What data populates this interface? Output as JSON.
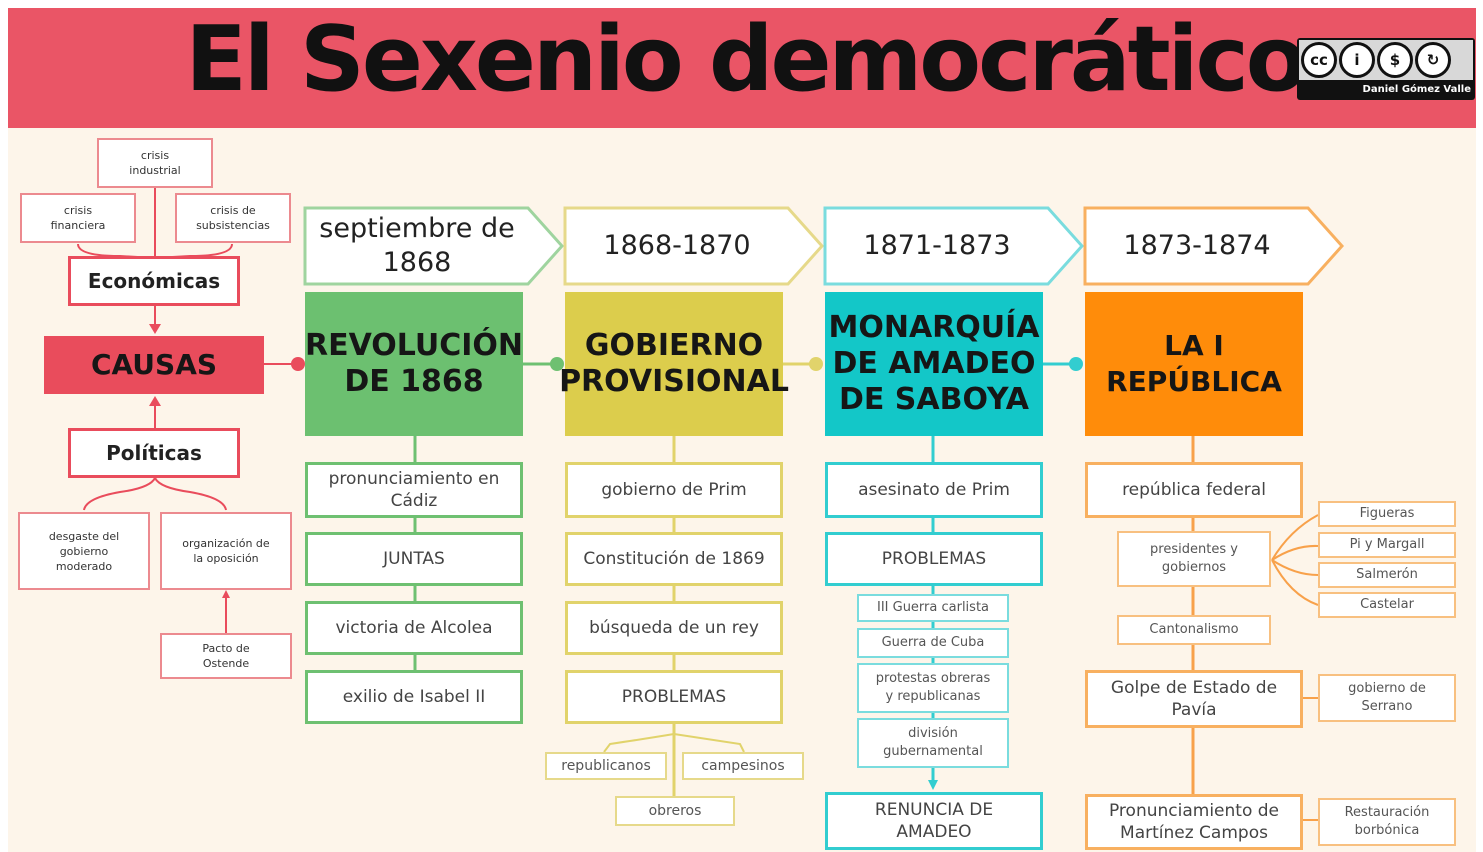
{
  "title": "El Sexenio democrático",
  "license": {
    "icons": [
      "cc",
      "by",
      "nc",
      "sa"
    ],
    "glyphs": [
      "cc",
      "i",
      "$",
      "↻"
    ],
    "author": "Daniel Gómez Valle"
  },
  "colors": {
    "header": "#ea5566",
    "causas": "#e94c5c",
    "revolucion": "#6cc070",
    "gobierno": "#dccd4c",
    "monarquia": "#13c7c8",
    "republica": "#ff8c0a"
  },
  "causas": {
    "label": "CAUSAS",
    "economicas": {
      "label": "Económicas",
      "items": [
        "crisis\nindustrial",
        "crisis\nfinanciera",
        "crisis de\nsubsistencias"
      ]
    },
    "politicas": {
      "label": "Políticas",
      "items": [
        "desgaste del\ngobierno\nmoderado",
        "organización de\nla oposición"
      ],
      "sub": "Pacto de\nOstende"
    }
  },
  "periods": [
    {
      "date": "septiembre de\n1868",
      "title": "REVOLUCIÓN\nDE 1868",
      "items": [
        "pronunciamiento en\nCádiz",
        "JUNTAS",
        "victoria de Alcolea",
        "exilio de Isabel II"
      ]
    },
    {
      "date": "1868-1870",
      "title": "GOBIERNO\nPROVISIONAL",
      "items": [
        "gobierno de Prim",
        "Constitución de 1869",
        "búsqueda de un rey",
        "PROBLEMAS"
      ],
      "problems": [
        "republicanos",
        "campesinos",
        "obreros"
      ]
    },
    {
      "date": "1871-1873",
      "title": "MONARQUÍA\nDE AMADEO\nDE SABOYA",
      "items": [
        "asesinato de Prim",
        "PROBLEMAS"
      ],
      "problems": [
        "III Guerra carlista",
        "Guerra de Cuba",
        "protestas obreras\ny republicanas",
        "división\ngubernamental"
      ],
      "end": "RENUNCIA DE\nAMADEO"
    },
    {
      "date": "1873-1874",
      "title": "LA I REPÚBLICA",
      "items": [
        "república federal",
        "presidentes y\ngobiernos",
        "Cantonalismo",
        "Golpe de Estado de\nPavía",
        "Pronunciamiento de\nMartínez Campos"
      ],
      "presidents": [
        "Figueras",
        "Pi y Margall",
        "Salmerón",
        "Castelar"
      ],
      "pavia_note": "gobierno de\nSerrano",
      "campos_note": "Restauración\nborbónica"
    }
  ]
}
